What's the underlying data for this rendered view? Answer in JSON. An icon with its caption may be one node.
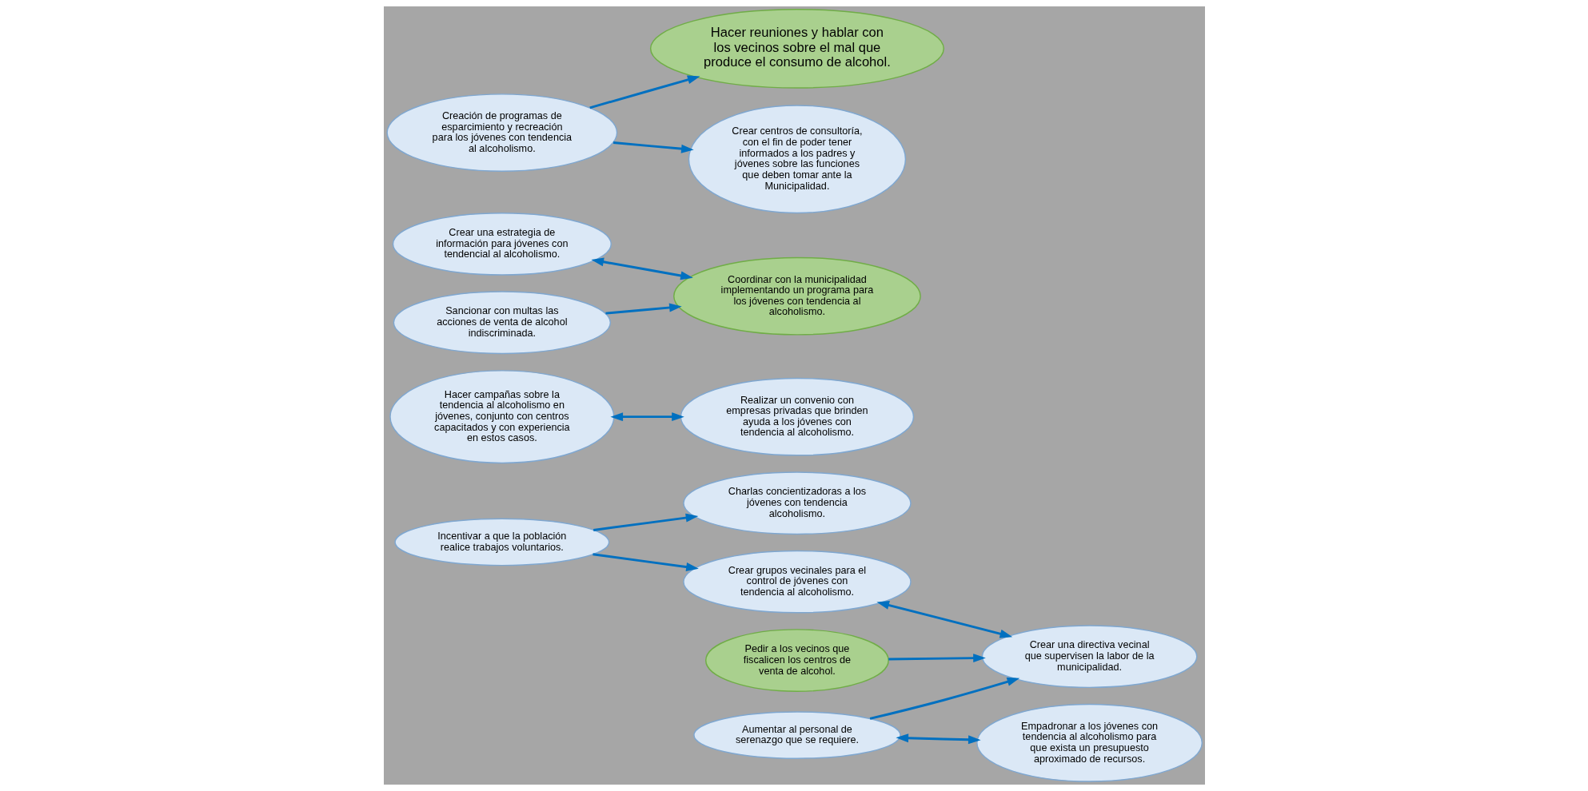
{
  "diagram": {
    "nodes": [
      {
        "text": [
          "Charlas concientizadoras a los jóvenes con tendencia alcoholismo."
        ]
      },
      {
        "text": [
          "Incentivar a que la población realice trabajos voluntarios."
        ]
      },
      {
        "text": [
          "Crear grupos vecinales para el control de jóvenes con tendencia al alcoholismo."
        ]
      },
      {
        "text": [
          "Hacer campañas sobre la tendencia al alcoholismo en jóvenes, conjunto con centros capacitados y con experiencia en estos casos."
        ]
      },
      {
        "text": [
          "Crear una estrategia de información para jóvenes con tendencial al alcoholismo."
        ]
      },
      {
        "text": [
          "Coordinar con la municipalidad implementando un programa para los jóvenes con tendencia al alcoholismo."
        ]
      },
      {
        "text": [
          "Crear una directiva vecinal que supervisen la labor de la municipalidad."
        ]
      },
      {
        "text": [
          "Pedir a los vecinos que fiscalicen los centros de venta de alcohol."
        ]
      },
      {
        "text": [
          "Sancionar con multas las acciones de venta de alcohol indiscriminada."
        ]
      },
      {
        "text": [
          "Hacer reuniones y hablar con los vecinos sobre el mal que produce el consumo de alcohol."
        ]
      },
      {
        "text": [
          "Realizar un convenio con empresas privadas que brinden ayuda a los jóvenes con tendencia al alcoholismo."
        ]
      },
      {
        "text": [
          "Aumentar al personal de serenazgo que se requiere."
        ]
      },
      {
        "text": [
          "Crear centros de consultoría, con el fin de poder tener informados a los padres y jóvenes sobre las funciones que deben tomar ante la Municipalidad."
        ]
      },
      {
        "text": [
          "Creación de programas de esparcimiento y recreación para los jóvenes con tendencia al alcoholismo."
        ]
      },
      {
        "text": [
          "Empadronar a los jóvenes con tendencia al alcoholismo para que exista un presupuesto aproximado de recursos."
        ]
      }
    ],
    "edges": [
      {
        "from": 1,
        "to": 0,
        "arrow": "to"
      },
      {
        "from": 1,
        "to": 2,
        "arrow": "to"
      },
      {
        "from": 2,
        "to": 6,
        "arrow": "both"
      },
      {
        "from": 4,
        "to": 5,
        "arrow": "both"
      },
      {
        "from": 8,
        "to": 5,
        "arrow": "to"
      },
      {
        "from": 7,
        "to": 6,
        "arrow": "to"
      },
      {
        "from": 11,
        "to": 6,
        "arrow": "to"
      },
      {
        "from": 3,
        "to": 10,
        "arrow": "both"
      },
      {
        "from": 11,
        "to": 14,
        "arrow": "both"
      },
      {
        "from": 13,
        "to": 9,
        "arrow": "to"
      },
      {
        "from": 13,
        "to": 12,
        "arrow": "to"
      }
    ]
  }
}
